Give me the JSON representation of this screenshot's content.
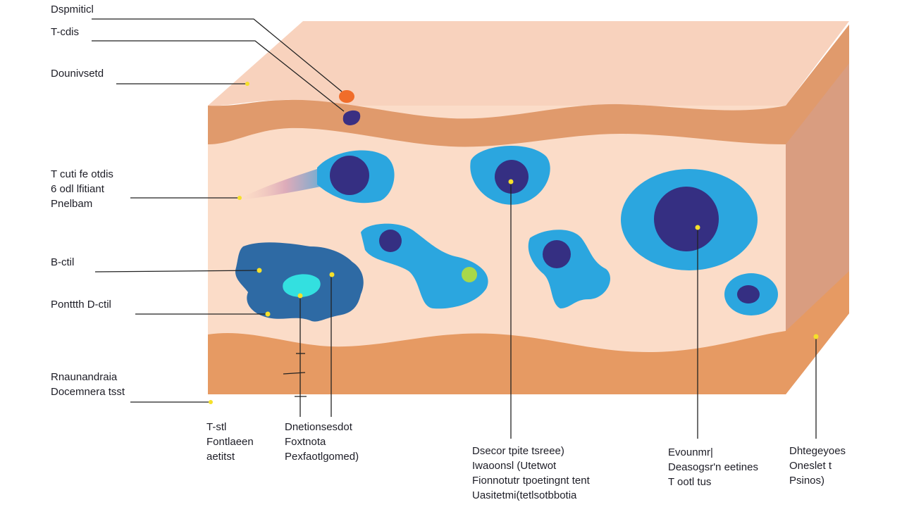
{
  "colors": {
    "top_surface": "#f8d2bd",
    "dermis": "#fbdcc8",
    "band": "#e09a6c",
    "deep_band": "#e69a63",
    "side_face": "#d99d80",
    "cell_cyan": "#2ba6df",
    "cell_dark_blue": "#2e6aa4",
    "nucleus": "#352f82",
    "marker": "#f5e02a",
    "leader_line": "#222222"
  },
  "labels": {
    "left": [
      {
        "lines": [
          "Dspmiticl"
        ]
      },
      {
        "lines": [
          "T-cdis"
        ]
      },
      {
        "lines": [
          "Dounivsetd"
        ]
      },
      {
        "lines": [
          "T cuti fe otdis",
          "6 odl lfitiant",
          "Pnelbam"
        ]
      },
      {
        "lines": [
          "B-ctil"
        ]
      },
      {
        "lines": [
          "Ponttth D-ctil"
        ]
      },
      {
        "lines": [
          "Rnaunandraia",
          "Docemnera tsst"
        ]
      }
    ],
    "bottom": [
      {
        "lines": [
          "T-stl",
          "Fontlaeen",
          "aetitst"
        ]
      },
      {
        "lines": [
          "Dnetionsesdot",
          "Foxtnota",
          "Pexfaotlgomed)"
        ]
      },
      {
        "lines": [
          "Dsecor tpite tsreee)",
          "Iwaoonsl (Utetwot",
          "Fionnotutr tpoetingnt tent",
          "Uasitetmi(tetlsotbbotia"
        ]
      },
      {
        "lines": [
          "Evounmr|",
          "Deasogsr'n eetines",
          "T ootl tus"
        ]
      },
      {
        "lines": [
          "Dhtegeyoes",
          "Oneslet t",
          "Psinos)"
        ]
      }
    ]
  }
}
